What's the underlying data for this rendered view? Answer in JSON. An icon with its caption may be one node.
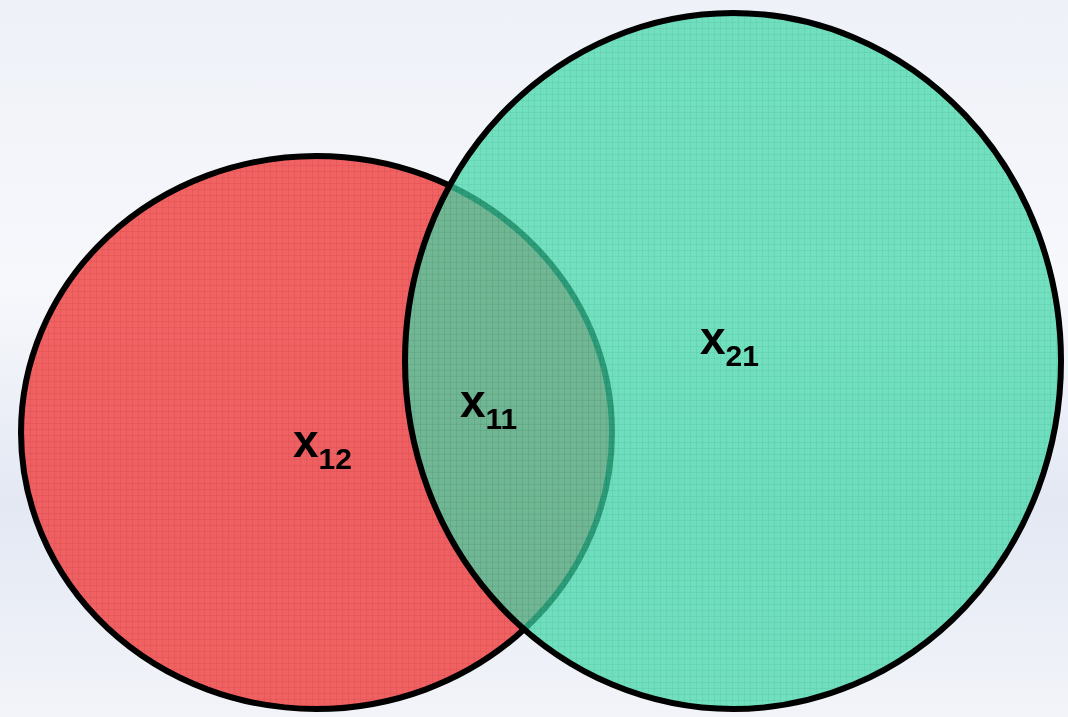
{
  "diagram": {
    "nodes": [
      {
        "text": [
          "x$_{12}$"
        ]
      },
      {
        "text": [
          "x$_{21}$"
        ]
      }
    ],
    "labels": [
      "x$_{11}$"
    ]
  }
}
